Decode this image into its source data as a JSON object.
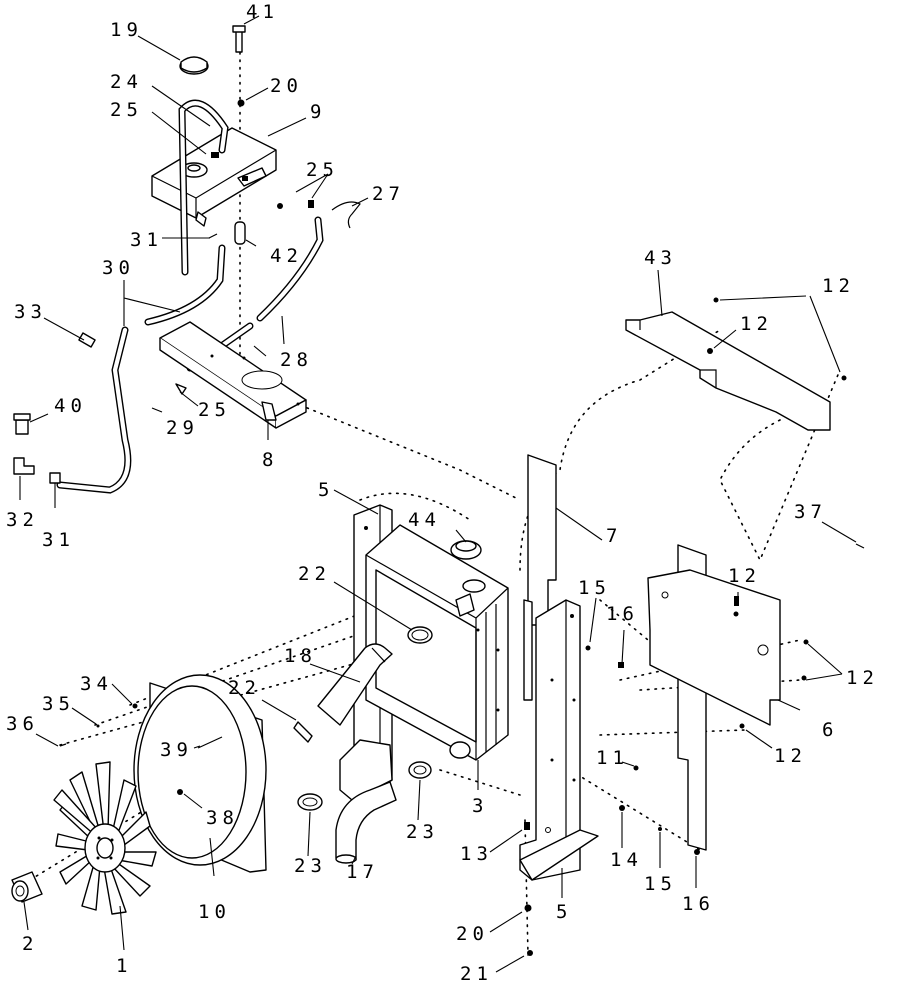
{
  "diagram": {
    "callouts": [
      {
        "id": "c19",
        "text": "19"
      },
      {
        "id": "c41",
        "text": "41"
      },
      {
        "id": "c24",
        "text": "24"
      },
      {
        "id": "c25a",
        "text": "25"
      },
      {
        "id": "c20a",
        "text": "20"
      },
      {
        "id": "c9",
        "text": "9"
      },
      {
        "id": "c25b",
        "text": "25"
      },
      {
        "id": "c27",
        "text": "27"
      },
      {
        "id": "c31a",
        "text": "31"
      },
      {
        "id": "c42",
        "text": "42"
      },
      {
        "id": "c30",
        "text": "30"
      },
      {
        "id": "c43",
        "text": "43"
      },
      {
        "id": "c12a",
        "text": "12"
      },
      {
        "id": "c12b",
        "text": "12"
      },
      {
        "id": "c33",
        "text": "33"
      },
      {
        "id": "c28",
        "text": "28"
      },
      {
        "id": "c25c",
        "text": "25"
      },
      {
        "id": "c29",
        "text": "29"
      },
      {
        "id": "c40",
        "text": "40"
      },
      {
        "id": "c8",
        "text": "8"
      },
      {
        "id": "c32",
        "text": "32"
      },
      {
        "id": "c31b",
        "text": "31"
      },
      {
        "id": "c5a",
        "text": "5"
      },
      {
        "id": "c44",
        "text": "44"
      },
      {
        "id": "c7",
        "text": "7"
      },
      {
        "id": "c37",
        "text": "37"
      },
      {
        "id": "c22a",
        "text": "22"
      },
      {
        "id": "c15a",
        "text": "15"
      },
      {
        "id": "c16a",
        "text": "16"
      },
      {
        "id": "c12c",
        "text": "12"
      },
      {
        "id": "c18",
        "text": "18"
      },
      {
        "id": "c12d",
        "text": "12"
      },
      {
        "id": "c34",
        "text": "34"
      },
      {
        "id": "c22b",
        "text": "22"
      },
      {
        "id": "c35",
        "text": "35"
      },
      {
        "id": "c6",
        "text": "6"
      },
      {
        "id": "c36",
        "text": "36"
      },
      {
        "id": "c12e",
        "text": "12"
      },
      {
        "id": "c39",
        "text": "39"
      },
      {
        "id": "c11",
        "text": "11"
      },
      {
        "id": "c3",
        "text": "3"
      },
      {
        "id": "c38",
        "text": "38"
      },
      {
        "id": "c23a",
        "text": "23"
      },
      {
        "id": "c13",
        "text": "13"
      },
      {
        "id": "c14",
        "text": "14"
      },
      {
        "id": "c23b",
        "text": "23"
      },
      {
        "id": "c17",
        "text": "17"
      },
      {
        "id": "c15b",
        "text": "15"
      },
      {
        "id": "c5b",
        "text": "5"
      },
      {
        "id": "c16b",
        "text": "16"
      },
      {
        "id": "c10",
        "text": "10"
      },
      {
        "id": "c2",
        "text": "2"
      },
      {
        "id": "c1",
        "text": "1"
      },
      {
        "id": "c20b",
        "text": "20"
      },
      {
        "id": "c21",
        "text": "21"
      }
    ]
  }
}
